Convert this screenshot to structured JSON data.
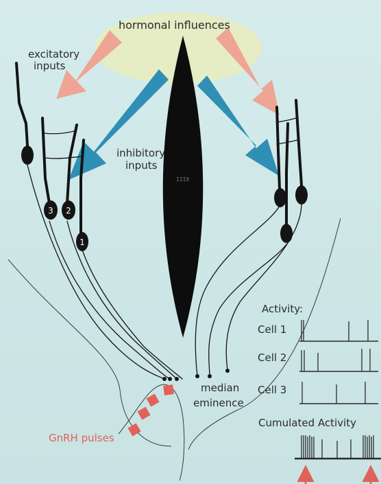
{
  "labels": {
    "hormonal_influences": "hormonal influences",
    "excitatory_line1": "excitatory",
    "excitatory_line2": "inputs",
    "inhibitory_line1": "inhibitory",
    "inhibitory_line2": "inputs",
    "median_line1": "median",
    "median_line2": "eminence",
    "gnrh_pulses": "GnRH pulses"
  },
  "neuron_numbers": [
    "3",
    "2",
    "1"
  ],
  "activity": {
    "title": "Activity:",
    "rows": [
      {
        "label": "Cell 1"
      },
      {
        "label": "Cell 2"
      },
      {
        "label": "Cell 3"
      }
    ],
    "cumulated_label": "Cumulated Activity"
  },
  "colors": {
    "background": "#cfe6e7",
    "hormone_cloud": "#e6ecc3",
    "excitatory_arrow": "#eea594",
    "inhibitory_arrow": "#2f8fb5",
    "gnrh": "#e0625a",
    "neuron": "#141414"
  }
}
